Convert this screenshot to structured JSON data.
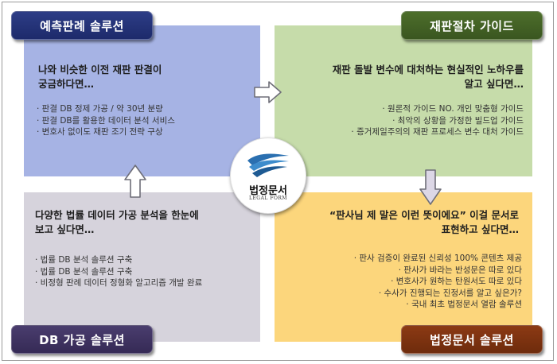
{
  "badges": {
    "top_left": "예측판례 솔루션",
    "top_right": "재판절차 가이드",
    "bottom_left": "DB 가공 솔루션",
    "bottom_right": "법정문서 솔루션"
  },
  "top_left": {
    "headline": [
      "나와 비슷한 이전 재판 판결이",
      "궁금하다면…"
    ],
    "bullets": [
      "· 판결 DB 정제 가공 / 약 30년 분량",
      "· 판결 DB를 활용한 데이터 분석 서비스",
      "· 변호사 없이도 재판 조기 전략 구상"
    ]
  },
  "top_right": {
    "headline": [
      "재판 돌발 변수에 대처하는 현실적인 노하우를",
      "알고 싶다면…"
    ],
    "bullets": [
      "· 원론적 가이드 NO. 개인 맞춤형 가이드",
      "· 최악의 상황을 가정한 빌드업 가이드",
      "· 증거제일주의의 재판 프로세스 변수 대처 가이드"
    ]
  },
  "bottom_left": {
    "headline": [
      "다양한 법률 데이터 가공 분석을 한눈에",
      "보고 싶다면…"
    ],
    "bullets": [
      "· 법률 DB 분석 솔루션 구축",
      "· 법률 DB 분석 솔루션 구축",
      "· 비정형 판례 데이터 정형화 알고리즘 개발 완료"
    ]
  },
  "bottom_right": {
    "headline": [
      "“판사님 제 말은 이런 뜻이에요” 이걸 문서로",
      "표현하고 싶다면…"
    ],
    "bullets": [
      "· 판사 검증이 완료된 신뢰성 100% 콘텐츠 제공",
      "· 판사가 바라는 반성문은 따로 있다",
      "· 변호사가 원하는 탄원서도 따로 있다",
      "· 수사가 진행되는 진정서를 알고 싶은가?",
      "· 국내 최초 법정문서 열람 솔루션"
    ]
  },
  "logo": {
    "name": "법정문서",
    "sub": "LEGAL FORM"
  },
  "colors": {
    "tl_panel": "#a6b3e4",
    "tr_panel": "#c6dcaa",
    "bl_panel": "#d6d3dc",
    "br_panel": "#fcd67c",
    "tl_badge": "#2d3d86",
    "tr_badge": "#4d6e2b",
    "bl_badge": "#4a3d6e",
    "br_badge": "#8c3a14",
    "logo_blue": "#2a6fb0"
  },
  "icons": [
    "wing-logo-icon",
    "arrow-right-icon",
    "arrow-down-icon",
    "arrow-up-icon"
  ]
}
